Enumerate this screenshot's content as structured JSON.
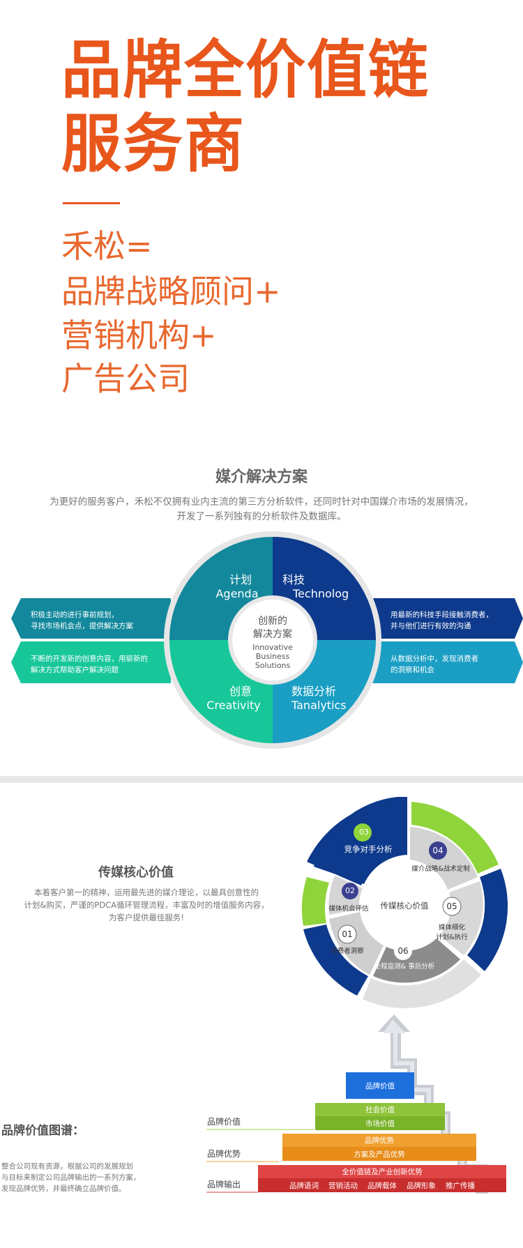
{
  "hero": {
    "line1": "品牌全价值链",
    "line2": "服务商",
    "formula": [
      "禾松=",
      "品牌战略顾问+",
      "营销机构+",
      "广告公司"
    ]
  },
  "media_solution": {
    "title": "媒介解决方案",
    "subtitle_line1": "为更好的服务客户，禾松不仅拥有业内主流的第三方分析软件，还同时针对中国媒介市场的发展情况，",
    "subtitle_line2": "开发了一系列独有的分析软件及数据库。",
    "quadrants": {
      "plan_cn": "计划",
      "plan_en": "Agenda",
      "tech_cn": "科技",
      "tech_en": "Technolog",
      "creative_cn": "创意",
      "creative_en": "Creativity",
      "data_cn": "数据分析",
      "data_en": "Tanalytics"
    },
    "center": {
      "cn1": "创新的",
      "cn2": "解决方案",
      "en1": "Innovative",
      "en2": "Business",
      "en3": "Solutions"
    },
    "side_left_1": [
      "积极主动的进行事前规划，",
      "寻找市场机会点，提供解决方案"
    ],
    "side_left_2": [
      "不断的开发新的创意内容，用崭新的",
      "解决方式帮助客户解决问题"
    ],
    "side_right_1": [
      "用最新的科技手段接触消费者，",
      "并与他们进行有效的沟通"
    ],
    "side_right_2": [
      "从数据分析中，发现消费者",
      "的洞察和机会"
    ],
    "colors": {
      "teal_dark": "#13889c",
      "blue_dark": "#0d3a8c",
      "green": "#17c79a",
      "blue_light": "#1a9ec4"
    }
  },
  "core_value": {
    "title": "传媒核心价值",
    "desc": [
      "本着客户第一的精神，运用最先进的媒介理论，以最具创意性的",
      "计划&购买，严谨的PDCA循环管理流程，丰富及时的增值服务内容，",
      "为客户提供最佳服务!"
    ],
    "center": "传媒核心价值",
    "items": [
      {
        "num": "01",
        "label": "消费者洞察"
      },
      {
        "num": "02",
        "label": "媒体机会评估"
      },
      {
        "num": "03",
        "label": "竞争对手分析"
      },
      {
        "num": "04",
        "label": "媒介战略&战术定制"
      },
      {
        "num": "05",
        "label": "媒体细化计划&执行"
      },
      {
        "num": "06",
        "label": "全程监测& 事后分析"
      }
    ],
    "item05_line1": "媒体细化",
    "item05_line2": "计划&执行"
  },
  "brand_map": {
    "title": "品牌价值图谱：",
    "desc": [
      "整合公司现有资源，根据公司的发展规划",
      "与目标来制定公司品牌输出的一系列方案，",
      "发现品牌优势，并最终确立品牌价值。"
    ],
    "levels": {
      "value": "品牌价值",
      "advantage": "品牌优势",
      "output": "品牌输出"
    },
    "bars": {
      "top": "品牌价值",
      "social": "社会价值",
      "market": "市场价值",
      "adv": "品牌优势",
      "plan": "方案及产品优势",
      "full": "全价值链及产业创新优势",
      "items": [
        "品牌语词",
        "营销活动",
        "品牌载体",
        "品牌形象",
        "推广传播"
      ]
    }
  }
}
